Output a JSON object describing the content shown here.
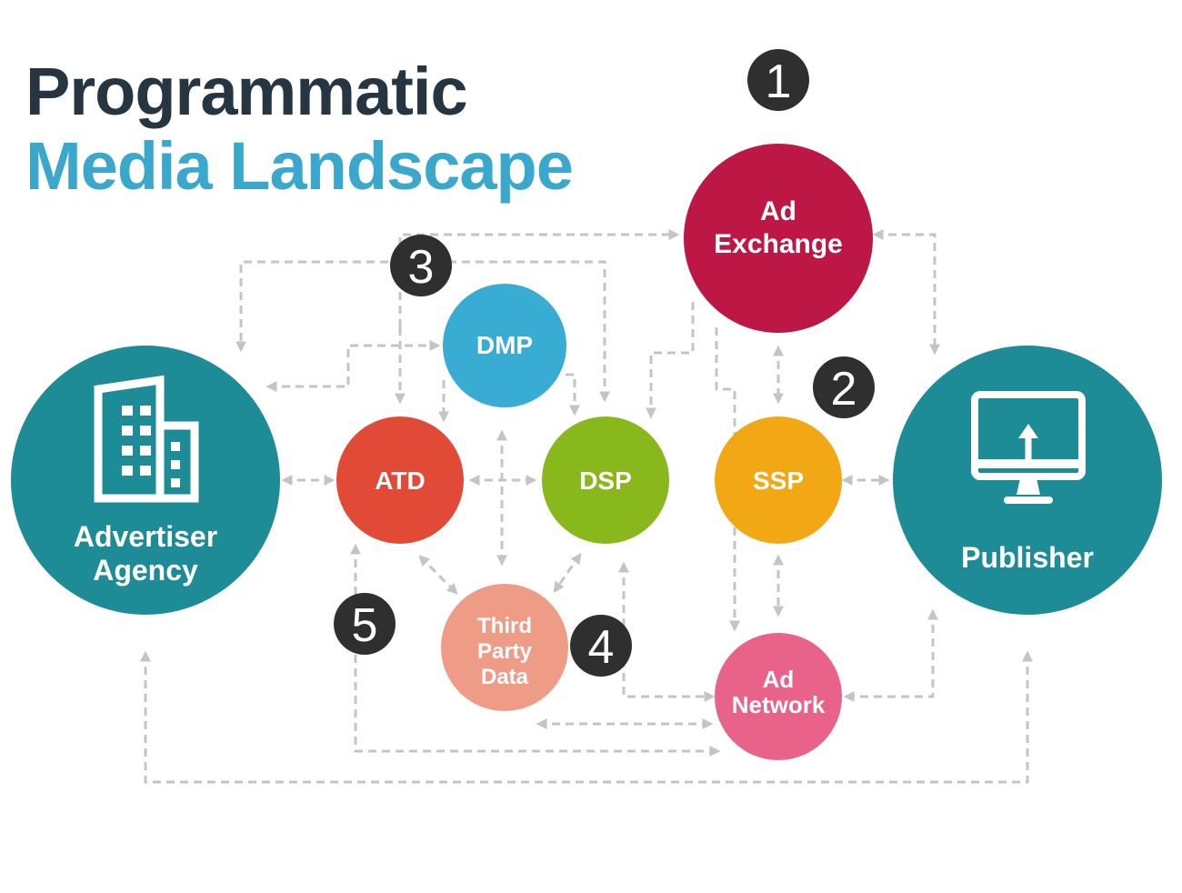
{
  "title": {
    "line1": "Programmatic",
    "line2": "Media Landscape"
  },
  "colors": {
    "title_dark": "#253642",
    "title_accent": "#3aa8cc",
    "teal": "#1d8c96",
    "ad_exchange": "#bd1745",
    "dmp": "#38acd2",
    "atd": "#e14a37",
    "dsp": "#88b81b",
    "ssp": "#f2a814",
    "third_party": "#ef9c86",
    "ad_network": "#e8628a",
    "badge": "#2f2f2f",
    "connector": "#c4c4c4"
  },
  "nodes": {
    "advertiser_agency": {
      "line1": "Advertiser",
      "line2": "Agency",
      "icon": "building-icon"
    },
    "publisher": {
      "label": "Publisher",
      "icon": "monitor-upload-icon"
    },
    "ad_exchange": {
      "line1": "Ad",
      "line2": "Exchange"
    },
    "dmp": {
      "label": "DMP"
    },
    "atd": {
      "label": "ATD"
    },
    "dsp": {
      "label": "DSP"
    },
    "ssp": {
      "label": "SSP"
    },
    "third_party_data": {
      "line1": "Third",
      "line2": "Party",
      "line3": "Data"
    },
    "ad_network": {
      "line1": "Ad",
      "line2": "Network"
    }
  },
  "badges": {
    "b1": "1",
    "b2": "2",
    "b3": "3",
    "b4": "4",
    "b5": "5"
  }
}
